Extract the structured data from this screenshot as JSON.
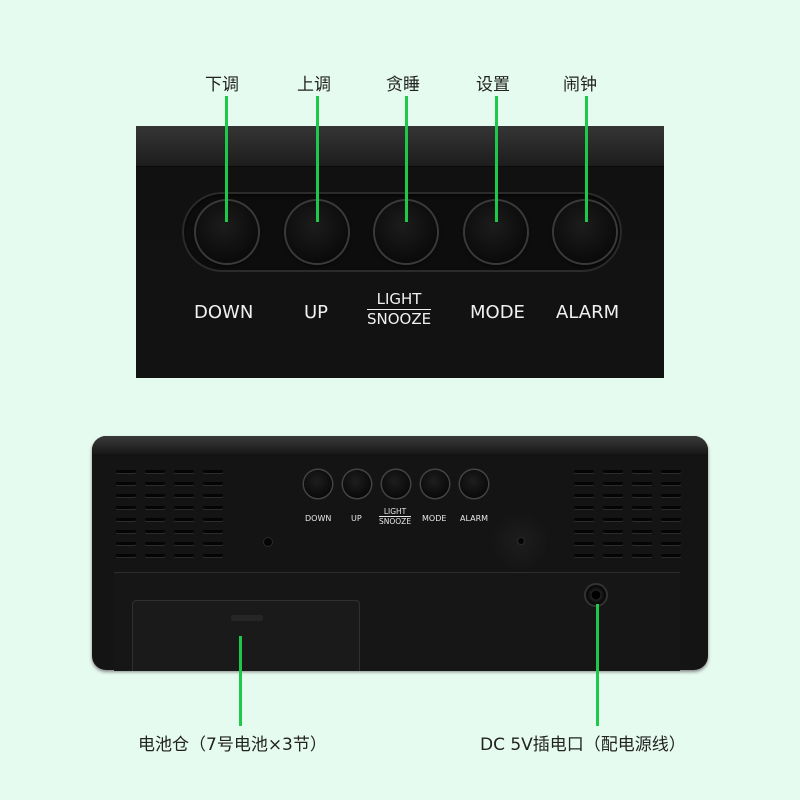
{
  "top_callouts": [
    "下调",
    "上调",
    "贪睡",
    "设置",
    "闹钟"
  ],
  "top_buttons": {
    "down": "DOWN",
    "up": "UP",
    "light": "LIGHT",
    "snooze": "SNOOZE",
    "mode": "MODE",
    "alarm": "ALARM"
  },
  "back_buttons": {
    "down": "DOWN",
    "up": "UP",
    "light": "LIGHT",
    "snooze": "SNOOZE",
    "mode": "MODE",
    "alarm": "ALARM"
  },
  "bottom_callouts": {
    "battery": "电池仓（7号电池×3节）",
    "dc": "DC 5V插电口（配电源线）"
  },
  "colors": {
    "background": "#e6fbef",
    "callout_line": "#1ec94a",
    "device_body": "#141414"
  }
}
